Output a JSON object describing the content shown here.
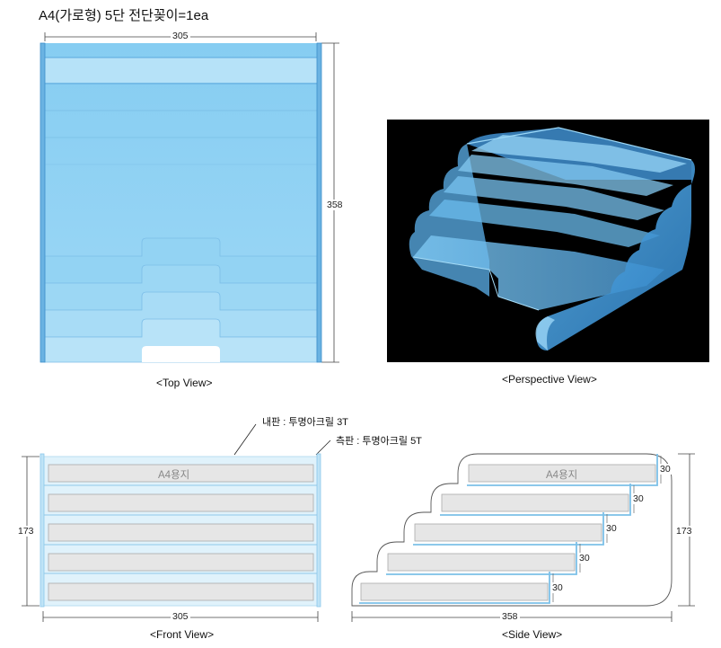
{
  "title": "A4(가로형) 5단 전단꽂이=1ea",
  "top_view": {
    "caption": "<Top View>",
    "width_label": "305",
    "depth_label": "358"
  },
  "perspective_view": {
    "caption": "<Perspective View>"
  },
  "front_view": {
    "caption": "<Front View>",
    "width_label": "305",
    "height_label": "173",
    "paper_label": "A4용지",
    "inner_panel_note": "내판 : 투명아크릴 3T",
    "side_panel_note": "측판 : 투명아크릴 5T"
  },
  "side_view": {
    "caption": "<Side View>",
    "depth_label": "358",
    "height_label": "173",
    "paper_label": "A4용지",
    "step_labels": [
      "30",
      "30",
      "30",
      "30",
      "30"
    ]
  },
  "colors": {
    "acrylic_edge": "#5BA8DE",
    "acrylic_fill": "#8FD0F2",
    "acrylic_light": "#C4E7F9",
    "paper_fill": "#E6E6E6",
    "perspective_bg": "#000000"
  }
}
